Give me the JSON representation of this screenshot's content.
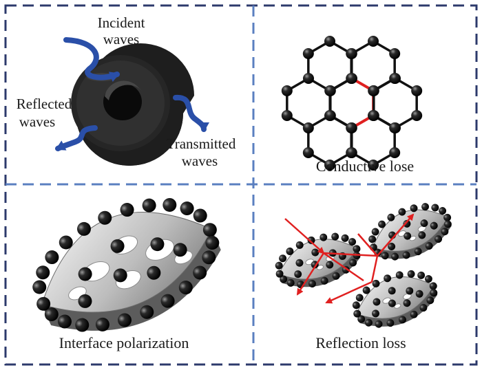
{
  "panels": {
    "top_left": {
      "incident_line1": "Incident",
      "incident_line2": "waves",
      "reflected_line1": "Reflected",
      "reflected_line2": "waves",
      "transmitted_line1": "Transmitted",
      "transmitted_line2": "waves"
    },
    "top_right": {
      "caption": "Conductive lose"
    },
    "bottom_left": {
      "caption": "Interface polarization"
    },
    "bottom_right": {
      "caption": "Reflection loss"
    }
  },
  "colors": {
    "frame_dash": "#2c3a6b",
    "divider_dash": "#5a7fc0",
    "wave_arrow": "#2a4fa8",
    "bond": "#111111",
    "highlight_bond": "#e02020",
    "ray": "#e02020",
    "sheet": "#d8d8d8"
  },
  "icons": {
    "absorber": "ring-absorber-icon",
    "lattice": "hexagonal-lattice-icon",
    "sheet": "porous-sheet-icon"
  }
}
